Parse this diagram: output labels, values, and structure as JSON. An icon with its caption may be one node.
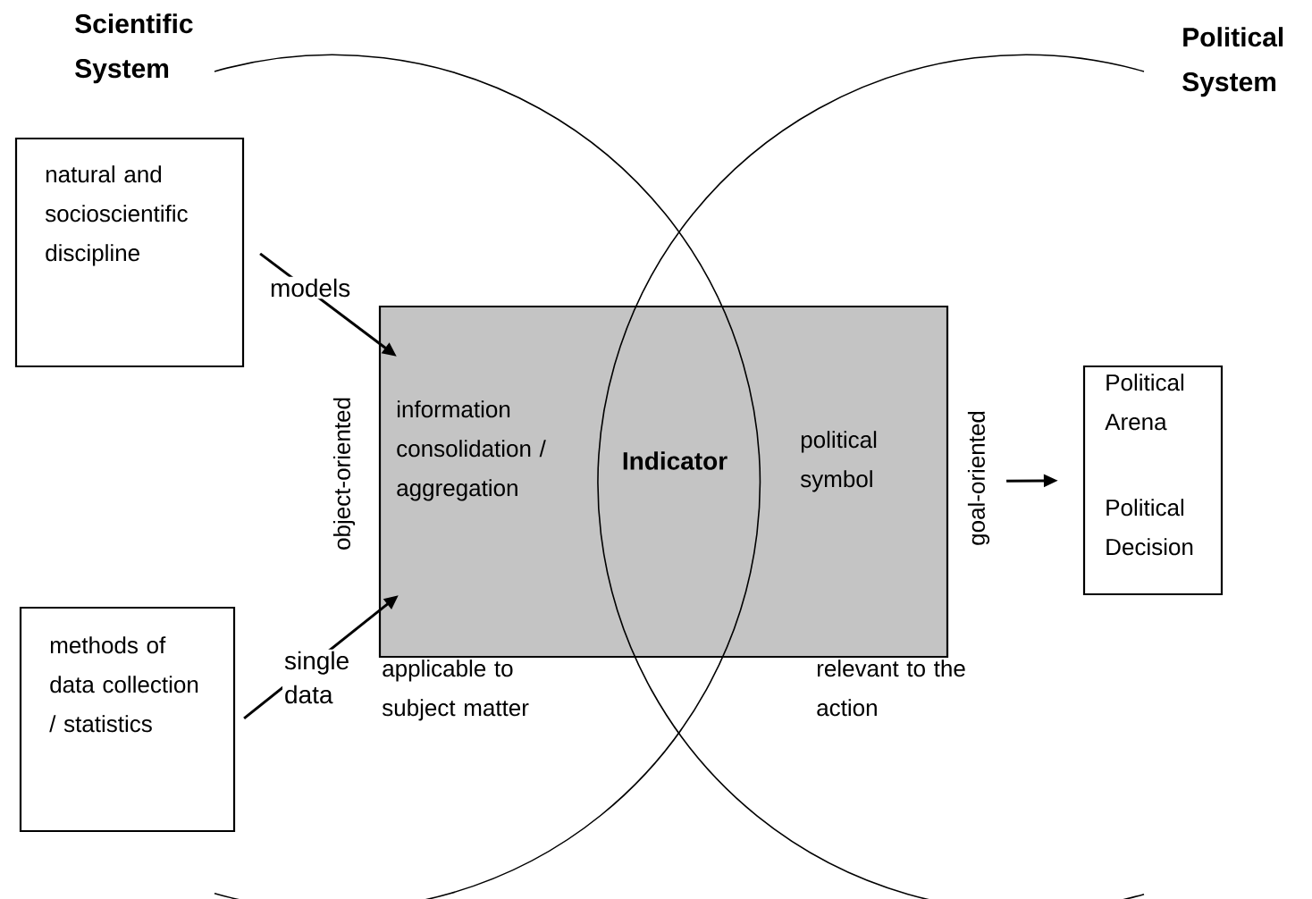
{
  "diagram": {
    "nodes": [
      {
        "text": [
          "natural and socioscientific discipline"
        ]
      },
      {
        "text": [
          "methods of data collection / statistics"
        ]
      },
      {
        "text": [
          "information consolidation / aggregation",
          "Indicator",
          "political symbol"
        ],
        "beside": [
          "object-oriented",
          "goal-oriented",
          "applicable to subject matter",
          "relevant to the action"
        ]
      },
      {
        "text": [
          "Political Arena",
          "Political Decision"
        ]
      }
    ],
    "edges": [
      {
        "from": 0,
        "to": 2,
        "arrow": "to",
        "label": "models"
      },
      {
        "from": 1,
        "to": 2,
        "arrow": "to",
        "label": "single data"
      },
      {
        "from": 2,
        "to": 3,
        "arrow": "to"
      }
    ],
    "labels": [
      "Scientific System",
      "Political System"
    ]
  }
}
